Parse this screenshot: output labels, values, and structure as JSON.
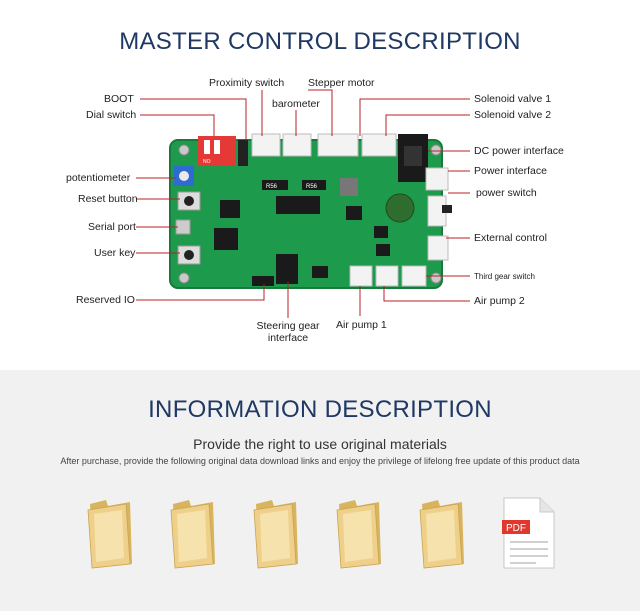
{
  "header": {
    "title": "MASTER CONTROL DESCRIPTION"
  },
  "labels": {
    "boot": "BOOT",
    "dial_switch": "Dial switch",
    "proximity_switch": "Proximity switch",
    "barometer": "barometer",
    "stepper_motor": "Stepper motor",
    "solenoid_valve_1": "Solenoid valve 1",
    "solenoid_valve_2": "Solenoid valve 2",
    "dc_power_interface": "DC power interface",
    "power_interface": "Power interface",
    "power_switch": "power switch",
    "potentiometer": "potentiometer",
    "reset_button": "Reset button",
    "serial_port": "Serial port",
    "user_key": "User key",
    "external_control": "External control",
    "third_gear_switch": "Third gear switch",
    "air_pump_2": "Air pump 2",
    "reserved_io": "Reserved IO",
    "steering_gear_interface": "Steering gear interface",
    "air_pump_1": "Air pump 1"
  },
  "board_text": {
    "dip_no": "NO",
    "resistor_1": "R56",
    "resistor_2": "R56"
  },
  "info": {
    "title": "INFORMATION DESCRIPTION",
    "subtitle": "Provide the right to use original materials",
    "description": "After purchase, provide the following original data download links and enjoy the privilege of lifelong free update of this product data",
    "pdf_label": "PDF"
  },
  "colors": {
    "title": "#1f3864",
    "leader_line": "#b8202a",
    "pcb": "#1e9a4c",
    "folder": "#e9c87a",
    "pdf_badge": "#e0382c"
  }
}
